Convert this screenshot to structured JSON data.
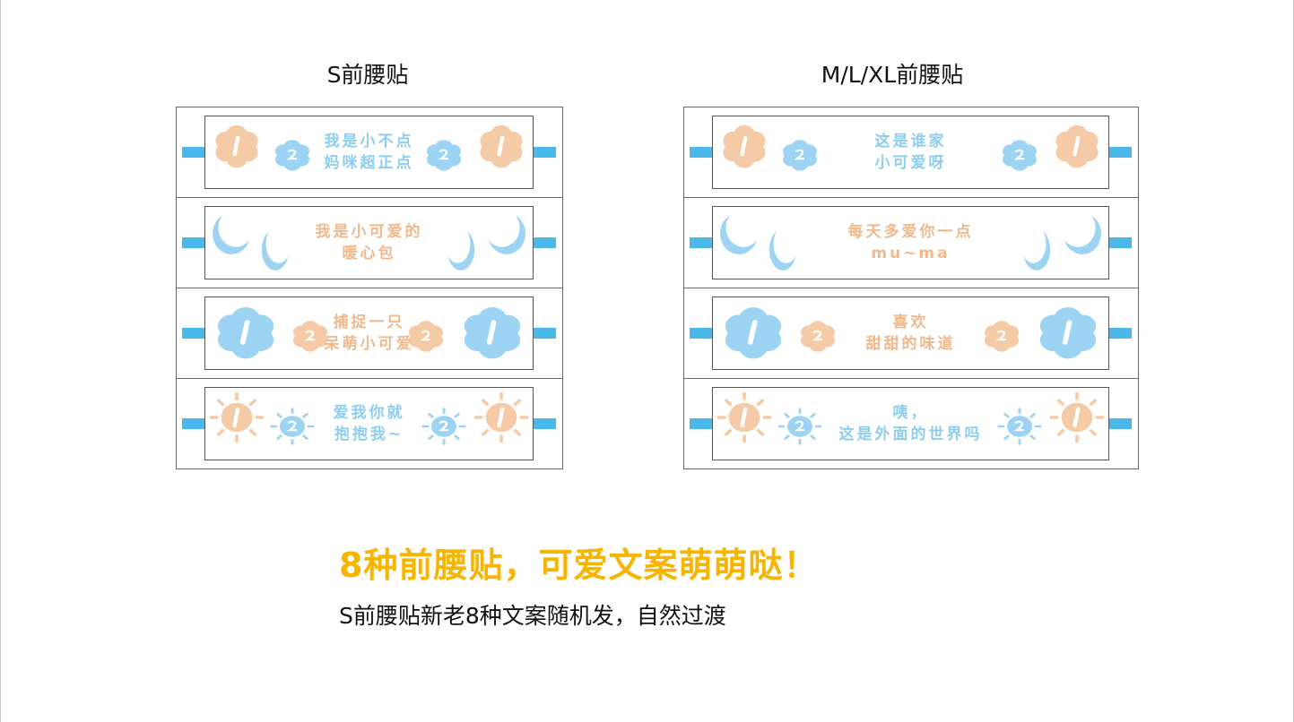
{
  "left_title": "S前腰贴",
  "right_title": "M/L/XL前腰贴",
  "colors": {
    "blue": "#9dd3f3",
    "peach": "#f5cba7",
    "tab": "#4ab8ea",
    "headline": "#f7b500"
  },
  "panels": [
    {
      "name": "s",
      "rows": [
        {
          "motif": "cloud",
          "main": "peach",
          "text_color": "blue",
          "lines": [
            "我是小不点",
            "妈咪超正点"
          ]
        },
        {
          "motif": "moon",
          "main": "blue",
          "text_color": "peach",
          "lines": [
            "我是小可爱的",
            "暖心包"
          ]
        },
        {
          "motif": "cloud",
          "main": "blue",
          "text_color": "peach",
          "lines": [
            "捕捉一只",
            "呆萌小可爱"
          ]
        },
        {
          "motif": "sun",
          "main": "peach",
          "text_color": "blue",
          "lines": [
            "爱我你就",
            "抱抱我~"
          ]
        }
      ]
    },
    {
      "name": "mlxl",
      "rows": [
        {
          "motif": "cloud",
          "main": "peach",
          "text_color": "blue",
          "lines": [
            "这是谁家",
            "小可爱呀"
          ]
        },
        {
          "motif": "moon",
          "main": "blue",
          "text_color": "peach",
          "lines": [
            "每天多爱你一点",
            "mu~ma"
          ]
        },
        {
          "motif": "cloud",
          "main": "blue",
          "text_color": "peach",
          "lines": [
            "喜欢",
            "甜甜的味道"
          ]
        },
        {
          "motif": "sun",
          "main": "peach",
          "text_color": "blue",
          "lines": [
            "咦，",
            "这是外面的世界吗"
          ]
        }
      ]
    }
  ],
  "headline": "8种前腰贴，可爱文案萌萌哒！",
  "subtitle": "S前腰贴新老8种文案随机发，自然过渡"
}
